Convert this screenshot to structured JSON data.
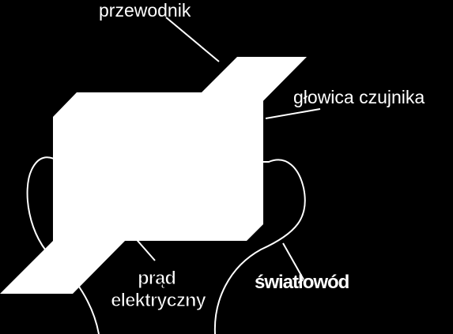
{
  "diagram": {
    "background_color": "#000000",
    "shape_color": "#ffffff",
    "labels": {
      "conductor": "przewodnik",
      "sensor_head": "głowica czujnika",
      "current_line1": "prąd",
      "current_line2": "elektryczny",
      "fiber": "światłowód"
    }
  }
}
